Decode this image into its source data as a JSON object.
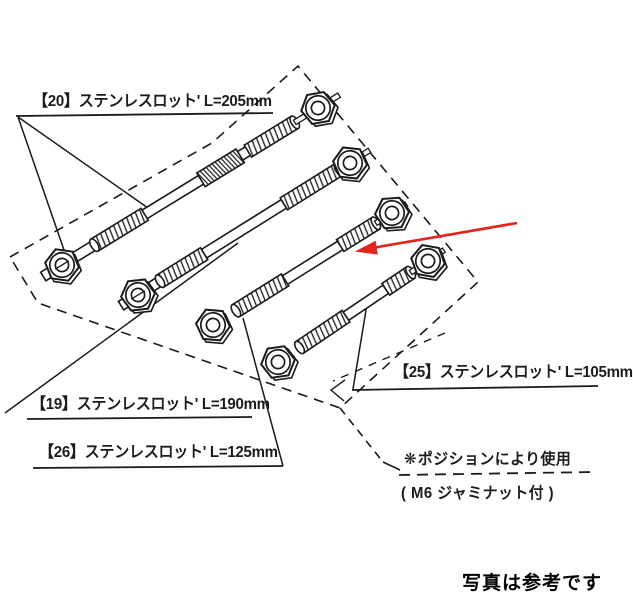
{
  "parts": [
    {
      "id": "20",
      "label": "【20】ステンレスロット' L=205mm",
      "length_mm": 205
    },
    {
      "id": "19",
      "label": "【19】ステンレスロット' L=190mm",
      "length_mm": 190
    },
    {
      "id": "26",
      "label": "【26】ステンレスロット' L=125mm",
      "length_mm": 125
    },
    {
      "id": "25",
      "label": "【25】ステンレスロット' L=105mm",
      "length_mm": 105
    }
  ],
  "note": {
    "symbol": "❋",
    "text": "ポジションにより使用",
    "detail": "(  M6  ジャミナット付  )"
  },
  "caption": "写真は参考です",
  "colors": {
    "arrow": "#e3231c",
    "line": "#1a1a1a",
    "background": "#ffffff"
  }
}
